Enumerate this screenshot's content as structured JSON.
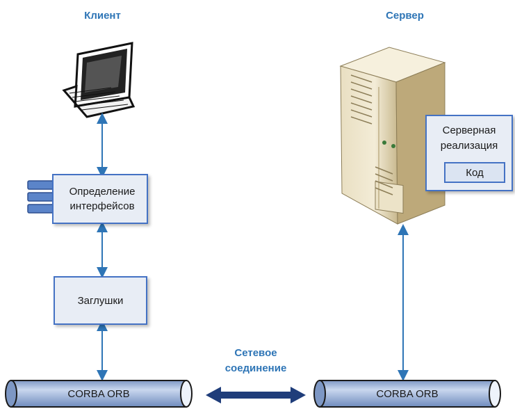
{
  "client": {
    "heading": "Клиент",
    "interface_def_label": "Определение интерфейсов",
    "stubs_label": "Заглушки",
    "orb_label": "CORBA ORB"
  },
  "server": {
    "heading": "Сервер",
    "implementation_label": "Серверная реализация",
    "code_label": "Код",
    "orb_label": "CORBA ORB"
  },
  "network": {
    "label": "Сетевое соединение"
  },
  "colors": {
    "accent": "#2e75b6",
    "box_fill": "#e8edf5",
    "box_border": "#4472c4",
    "pipe_fill": "#a9bedd",
    "arrow_dark": "#1f3d7a"
  }
}
